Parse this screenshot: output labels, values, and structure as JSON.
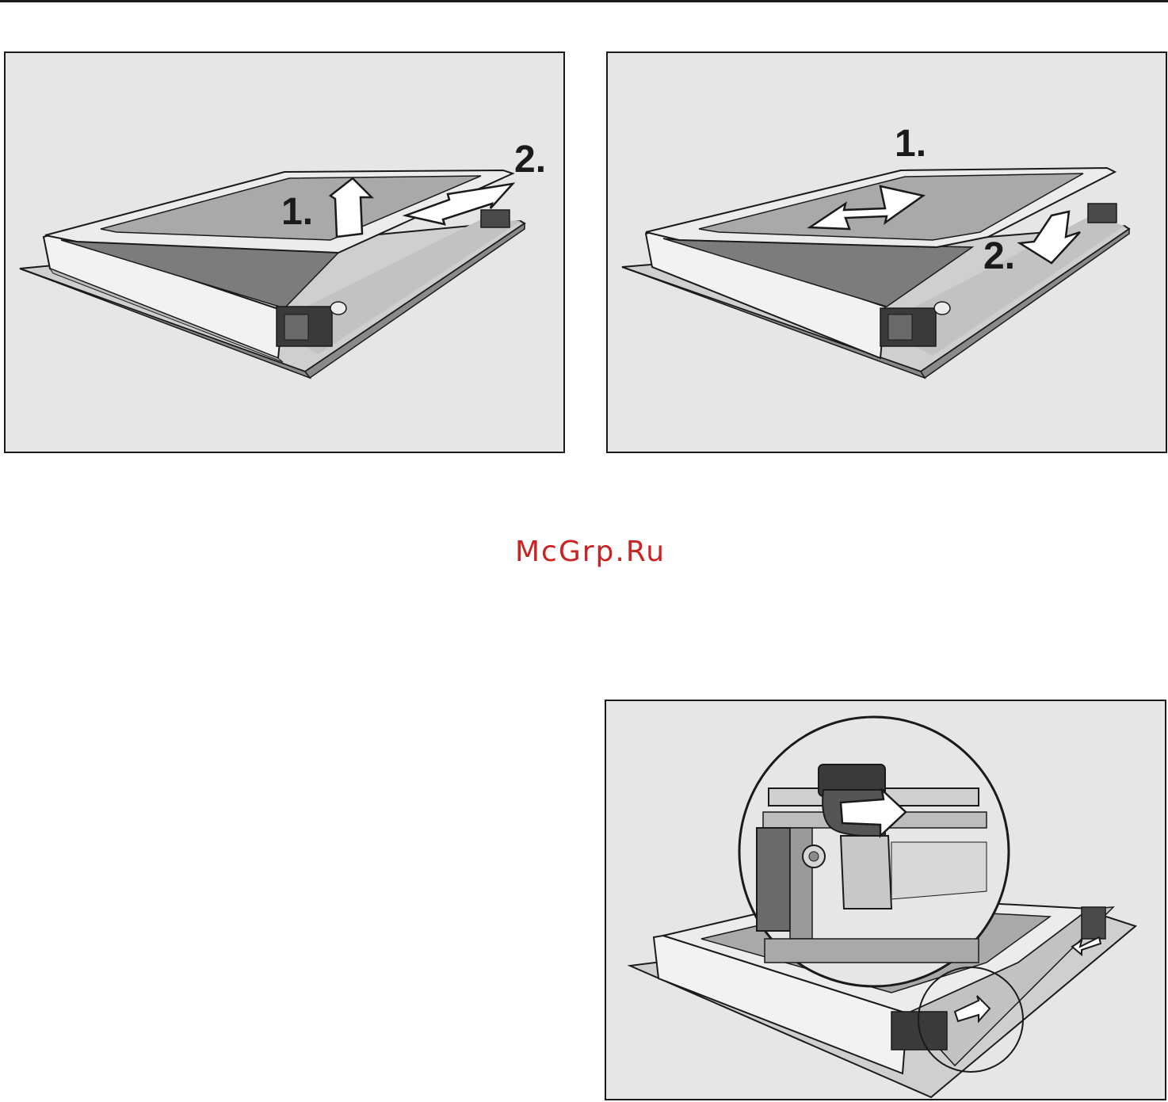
{
  "figure_1": {
    "step_1": "1.",
    "step_2": "2."
  },
  "figure_2": {
    "step_1": "1.",
    "step_2": "2."
  },
  "watermark": "McGrp.Ru",
  "colors": {
    "panel_background": "#e6e6e6",
    "outline": "#1a1a1a",
    "door_glass": "#a9a9a9",
    "oven_floor": "#c6c6c6",
    "watermark": "#cc2222"
  }
}
